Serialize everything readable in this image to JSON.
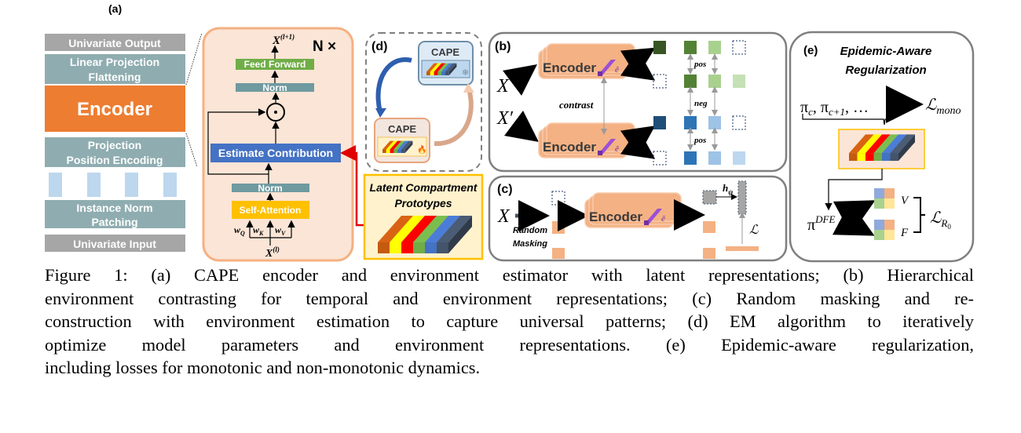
{
  "panel_a": {
    "label": "(a)",
    "stack": {
      "output": "Univariate Output",
      "linear_projection": "Linear Projection",
      "flattening": "Flattening",
      "encoder": "Encoder",
      "projection": "Projection",
      "position_encoding": "Position Encoding",
      "instance_norm": "Instance Norm",
      "patching": "Patching",
      "input": "Univariate Input"
    },
    "block": {
      "repeat": "N ×",
      "x_out": "X",
      "x_out_sup": "(l+1)",
      "feed_forward": "Feed Forward",
      "norm_top": "Norm",
      "product": "⊙",
      "estimate_contribution": "Estimate Contribution",
      "norm_bottom": "Norm",
      "self_attention": "Self-Attention",
      "wq": "w",
      "wq_sub": "Q",
      "wk": "w",
      "wk_sub": "K",
      "wv": "w",
      "wv_sub": "V",
      "x_in": "X",
      "x_in_sup": "(l)"
    }
  },
  "panel_d": {
    "label": "(d)",
    "cape_frozen": "CAPE",
    "cape_trained": "CAPE",
    "frozen_icon": "snowflake-icon",
    "trained_icon": "flame-icon"
  },
  "prototypes": {
    "title_line1": "Latent Compartment",
    "title_line2": "Prototypes",
    "bar_colors": [
      "#c55a11",
      "#ffff00",
      "#ff0000",
      "#70ad47",
      "#4472c4",
      "#44546a"
    ]
  },
  "panel_b": {
    "label": "(b)",
    "x": "X",
    "x_prime": "X′",
    "encoder_top": "Encoder",
    "encoder_bottom": "Encoder",
    "e_hat": "ê",
    "contrast": "contrast",
    "pos_top": "pos",
    "neg": "neg",
    "pos_bottom": "pos",
    "grid_colors": [
      [
        "#375623",
        "#548235",
        "#a9d18e",
        null
      ],
      [
        null,
        "#548235",
        "#a9d18e",
        "#c5e0b4"
      ],
      [
        "#1f4e79",
        "#2e75b6",
        "#9dc3e6",
        null
      ],
      [
        null,
        "#2e75b6",
        "#9dc3e6",
        "#bdd7ee"
      ]
    ]
  },
  "panel_c": {
    "label": "(c)",
    "x": "X",
    "random": "Random",
    "masking": "Masking",
    "encoder": "Encoder",
    "e_hat": "ê",
    "h": "h",
    "h_sub": "ψ",
    "loss": "ℒ"
  },
  "panel_e": {
    "label": "(e)",
    "title_line1": "Epidemic-Aware",
    "title_line2": "Regularization",
    "pi_sequence": "π",
    "pi_c_sub": "c",
    "pi_c1": ", π",
    "pi_c1_sub": "c+1",
    "ellipsis": ", …",
    "loss_mono": "ℒ",
    "loss_mono_sub": "mono",
    "pi_dfe": "π",
    "pi_dfe_sup": "DFE",
    "v": "V",
    "f": "F",
    "loss_r0": "ℒ",
    "loss_r0_sub": "R",
    "loss_r0_subsub": "0",
    "matrix_colors": [
      "#8faadc",
      "#f4b183",
      "#a9d18e",
      "#ffe699"
    ]
  },
  "caption": {
    "lines": [
      "Figure 1: (a) CAPE encoder and environment estimator with latent representations; (b) Hierarchical",
      "environment contrasting for temporal and environment representations; (c) Random masking and re-",
      "construction with environment estimation to capture universal patterns; (d) EM algorithm to iteratively",
      "optimize model parameters and environment representations. (e) Epidemic-aware regularization,",
      "including losses for monotonic and non-monotonic dynamics."
    ]
  }
}
